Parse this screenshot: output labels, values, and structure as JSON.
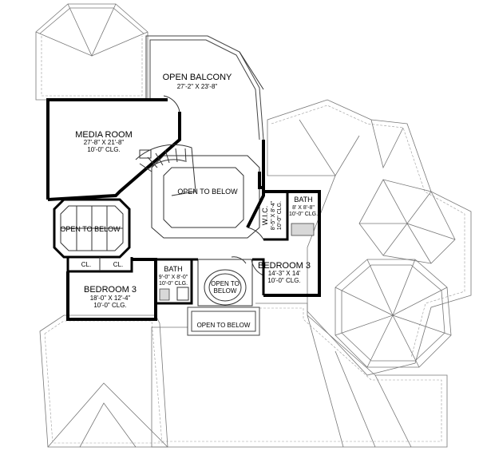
{
  "rooms": {
    "open_balcony": {
      "name": "OPEN BALCONY",
      "size": "27'-2\" X 23'-8\""
    },
    "media_room": {
      "name": "MEDIA ROOM",
      "size": "27'-8\" X 21'-8\"",
      "ceiling": "10'-0\" CLG."
    },
    "open_to_below_center": {
      "name": "OPEN TO BELOW"
    },
    "open_to_below_left": {
      "name": "OPEN TO BELOW"
    },
    "closet_1": {
      "name": "CL."
    },
    "closet_2": {
      "name": "CL."
    },
    "bedroom_left": {
      "name": "BEDROOM 3",
      "size": "18'-0\" X 12'-4\"",
      "ceiling": "10'-0\" CLG."
    },
    "bath_left": {
      "name": "BATH",
      "size": "9'-0\" X 8'-0\"",
      "ceiling": "10'-0\" CLG."
    },
    "open_to_below_round_1": "OPEN TO",
    "open_to_below_round_2": "BELOW",
    "open_to_below_bottom": {
      "name": "OPEN TO BELOW"
    },
    "wic": {
      "name": "W.I.C.",
      "size": "8'-5\" X 8'-4\"",
      "ceiling": "10'-0\" CLG."
    },
    "bath_right": {
      "name": "BATH",
      "size": "8' X 8'-8\"",
      "ceiling": "10'-0\" CLG."
    },
    "bedroom_right": {
      "name": "BEDROOM 3",
      "size": "14'-3\" X 14'",
      "ceiling": "10'-0\" CLG."
    }
  }
}
